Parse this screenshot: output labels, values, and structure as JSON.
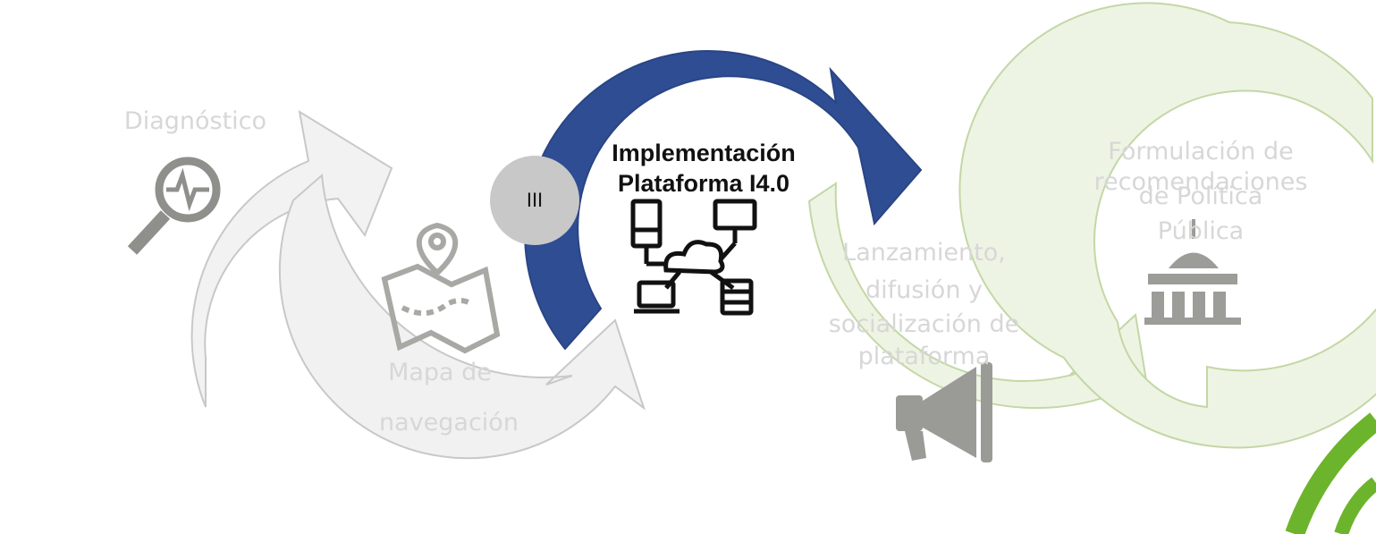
{
  "steps": [
    {
      "label": "Diagnóstico",
      "icon": "magnifier-pulse-icon",
      "active": false
    },
    {
      "label_line1": "Mapa de",
      "label_line2": "navegación",
      "icon": "map-pin-icon",
      "active": false
    },
    {
      "label_line1": "Implementación",
      "label_line2": "Plataforma I4.0",
      "icon": "cloud-network-icon",
      "active": true,
      "badge": "III"
    },
    {
      "label_line1": "Lanzamiento,",
      "label_line2": "difusión y",
      "label_line3": "socialización de",
      "label_line4": "plataforma",
      "icon": "megaphone-icon",
      "active": false
    },
    {
      "label_line1": "Formulación de",
      "label_line2": "recomendaciones",
      "label_line3": "de Política",
      "label_line4": "Pública",
      "icon": "government-building-icon",
      "active": false
    }
  ],
  "colors": {
    "inactive_arrow": "#f1f1f1",
    "inactive_outline": "#c9c9c9",
    "active_arrow": "#2e4d93",
    "green_arrow": "#eef4e3",
    "green_outline": "#c3d7a6",
    "icon_gray": "#8f8f8b",
    "corner_green": "#6cb42b"
  }
}
